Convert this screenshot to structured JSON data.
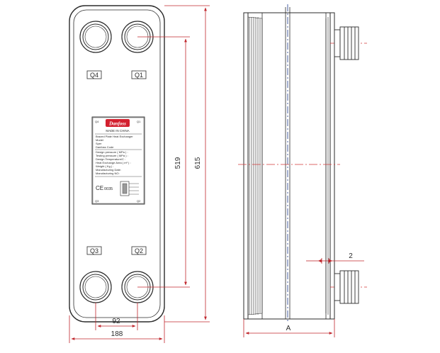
{
  "front_view": {
    "port_labels": {
      "q4": "Q4",
      "q1": "Q1",
      "q3": "Q3",
      "q2": "Q2"
    },
    "dimensions": {
      "height_ports": "519",
      "height_total": "615",
      "width_ports": "92",
      "width_total": "188"
    }
  },
  "nameplate": {
    "corner_q4": "Q4",
    "corner_q1": "Q1",
    "corner_q3": "Q3",
    "corner_q2": "Q2",
    "brand": "Danfoss",
    "made_in": "MADE IN CHINA",
    "lines_top": [
      "Brazed Plate Heat Exchanger",
      "Model",
      "Sper",
      "Danfoss Code"
    ],
    "lines_mid": [
      "Design pressure ( MPa ) :",
      "Testing pressure ( MPa ) :",
      "Design Temperature/C :",
      "Heat Exchange Area ( m² ) :",
      "Weight ( Kg ) :",
      "Manufacturing Date:",
      "Manufacturing NO:"
    ],
    "ce_mark": "CE",
    "ce_number": "0035"
  },
  "side_view": {
    "dimensions": {
      "plate_gap": "2",
      "depth": "A"
    }
  },
  "colors": {
    "line": "#2b2b2b",
    "dimension": "#c0272d",
    "center_line": "#d33a3a",
    "axis": "#1f3b8c"
  }
}
